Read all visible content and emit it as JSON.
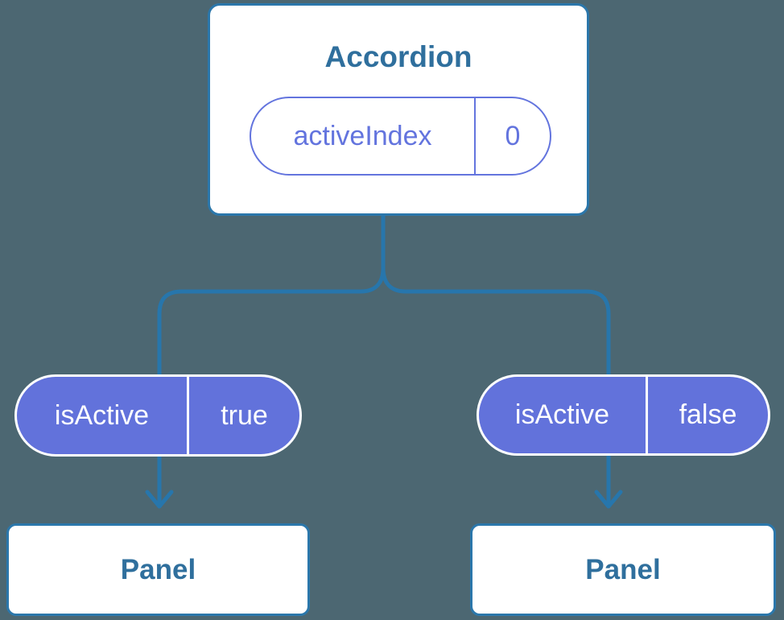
{
  "colors": {
    "background": "#4C6772",
    "connector": "#2776AC",
    "node_border": "#2B77AB",
    "node_bg": "#FFFFFF",
    "heading_text": "#2F6F9D",
    "state_pill_outline": "#6374DE",
    "prop_pill_bg": "#6272DB",
    "prop_pill_text": "#FFFFFF"
  },
  "tree": {
    "root": {
      "title": "Accordion",
      "state_pill": {
        "label": "activeIndex",
        "value": "0"
      }
    },
    "children": [
      {
        "prop_pill": {
          "label": "isActive",
          "value": "true"
        },
        "node": {
          "title": "Panel"
        }
      },
      {
        "prop_pill": {
          "label": "isActive",
          "value": "false"
        },
        "node": {
          "title": "Panel"
        }
      }
    ]
  }
}
